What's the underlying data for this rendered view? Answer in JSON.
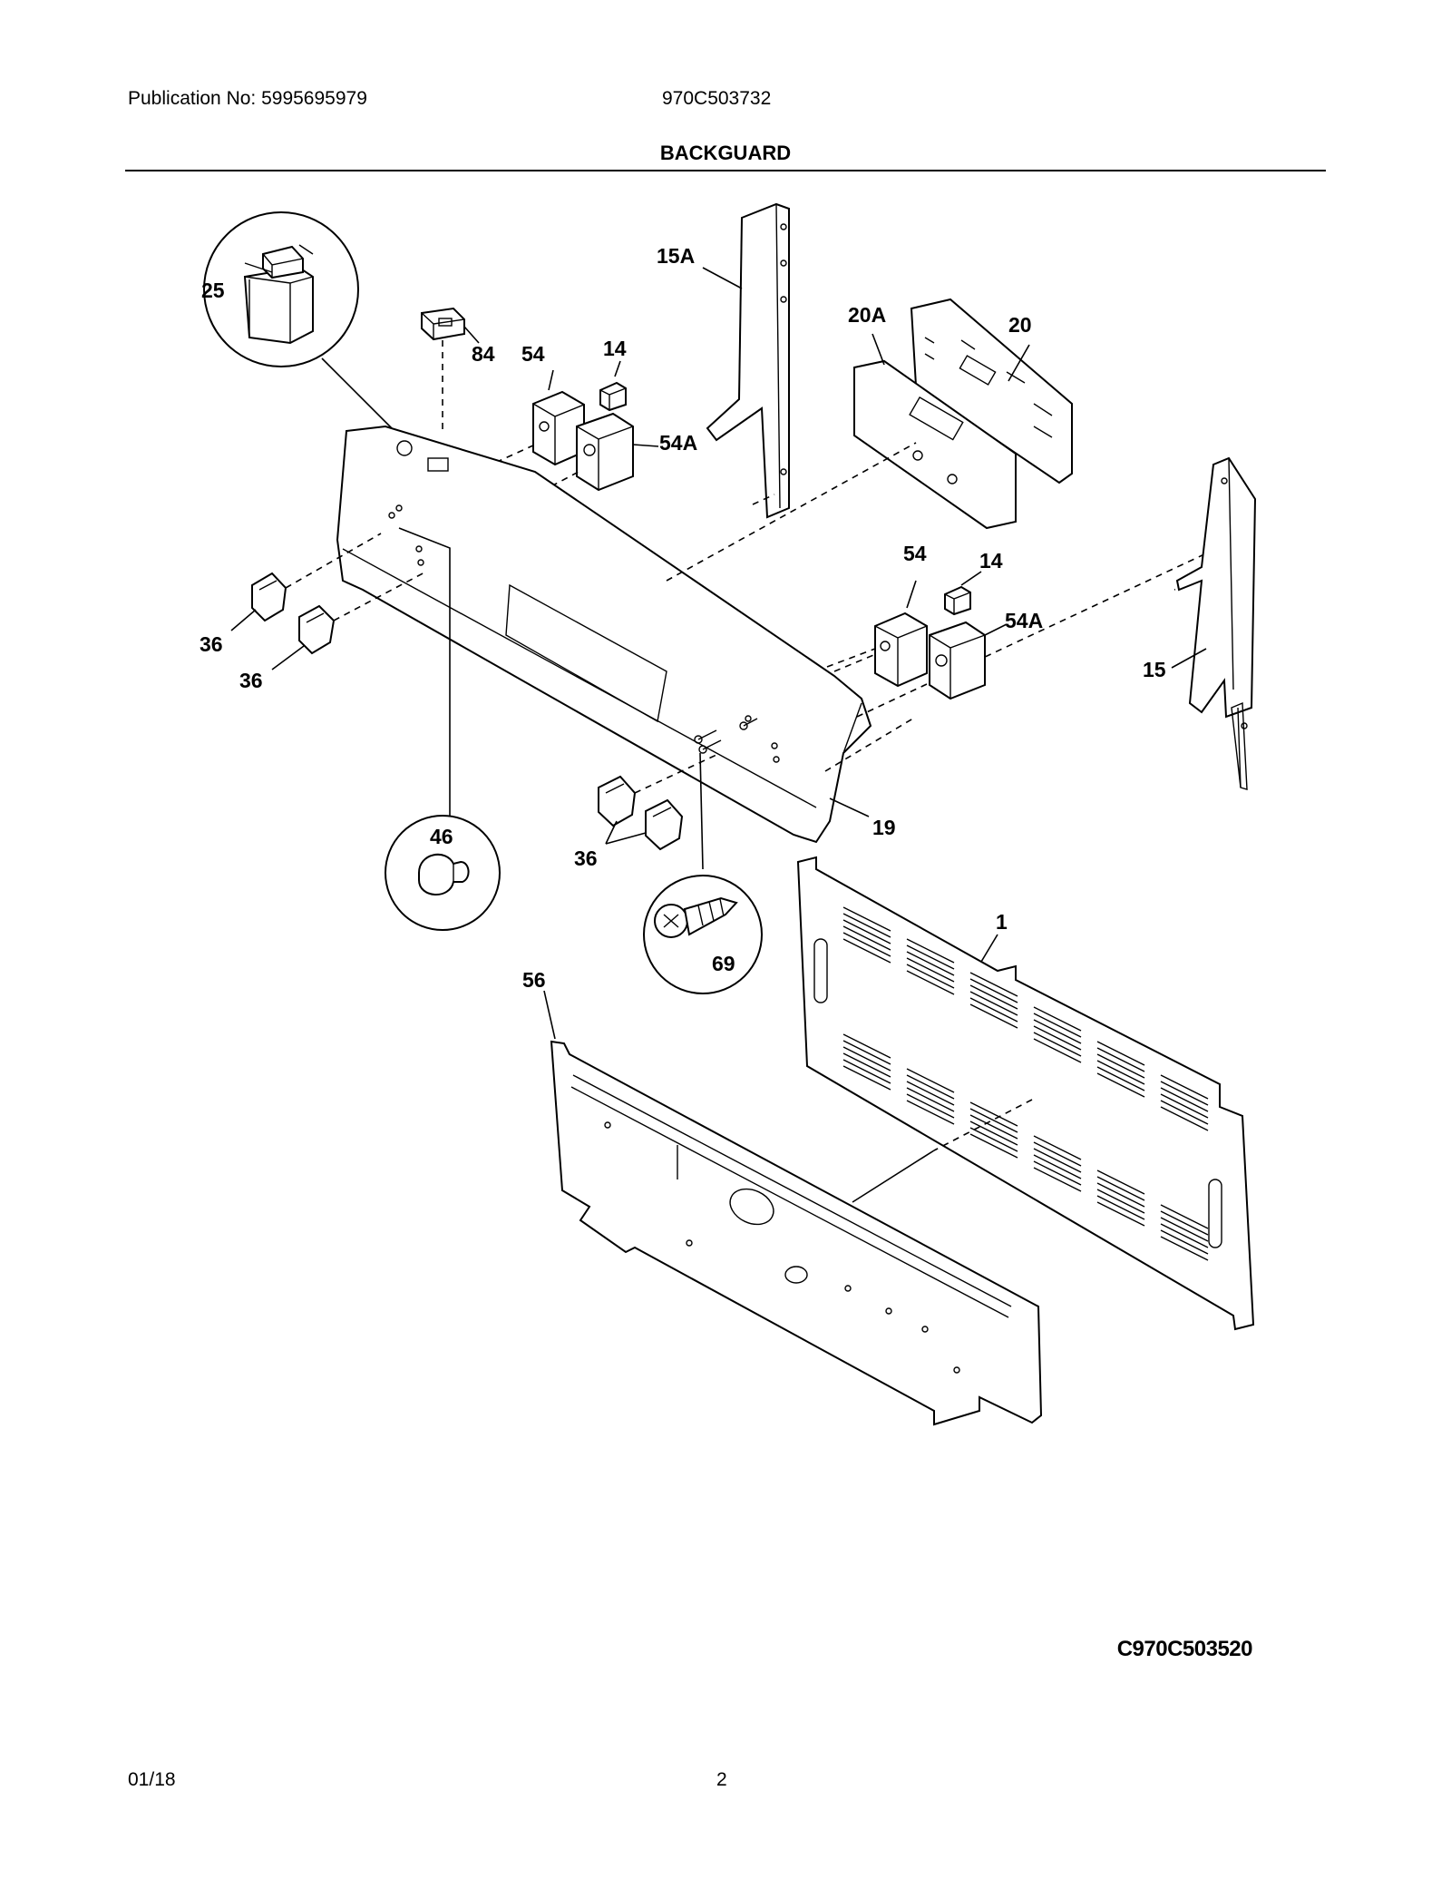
{
  "header": {
    "publication": "Publication No: 5995695979",
    "model": "970C503732",
    "title": "BACKGUARD"
  },
  "callouts": {
    "c25": "25",
    "c84": "84",
    "c54a": "54",
    "c14a": "14",
    "c15a": "15A",
    "c54A_top": "54A",
    "c20A": "20A",
    "c20": "20",
    "c54b": "54",
    "c14b": "14",
    "c54A_mid": "54A",
    "c15": "15",
    "c36a": "36",
    "c36b": "36",
    "c36c": "36",
    "c19": "19",
    "c46": "46",
    "c69": "69",
    "c1": "1",
    "c56": "56"
  },
  "footer": {
    "code": "C970C503520",
    "date": "01/18",
    "page": "2"
  }
}
